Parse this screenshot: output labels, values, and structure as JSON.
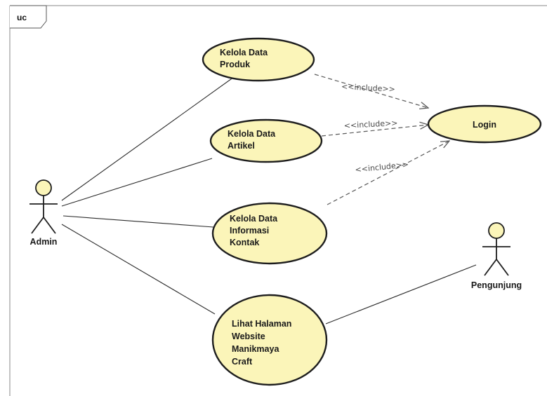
{
  "frame": {
    "label": "uc"
  },
  "colors": {
    "usecase_fill": "#fbf5b9",
    "line": "#2b2b2b",
    "include_line": "#5a5a5a",
    "actor_fill": "#fbf5b9"
  },
  "actors": {
    "admin": {
      "name": "Admin"
    },
    "pengunjung": {
      "name": "Pengunjung"
    }
  },
  "use_cases": {
    "kelola_produk": {
      "lines": [
        "Kelola Data",
        "Produk"
      ]
    },
    "kelola_artikel": {
      "lines": [
        "Kelola Data",
        "Artikel"
      ]
    },
    "kelola_kontak": {
      "lines": [
        "Kelola Data",
        "Informasi",
        "Kontak"
      ]
    },
    "lihat_halaman": {
      "lines": [
        "Lihat Halaman",
        "Website",
        "Manikmaya",
        "Craft"
      ]
    },
    "login": {
      "lines": [
        "Login"
      ]
    }
  },
  "relationships": {
    "include_produk": "<<include>>",
    "include_artikel": "<<include>>",
    "include_kontak": "<<include>>"
  }
}
